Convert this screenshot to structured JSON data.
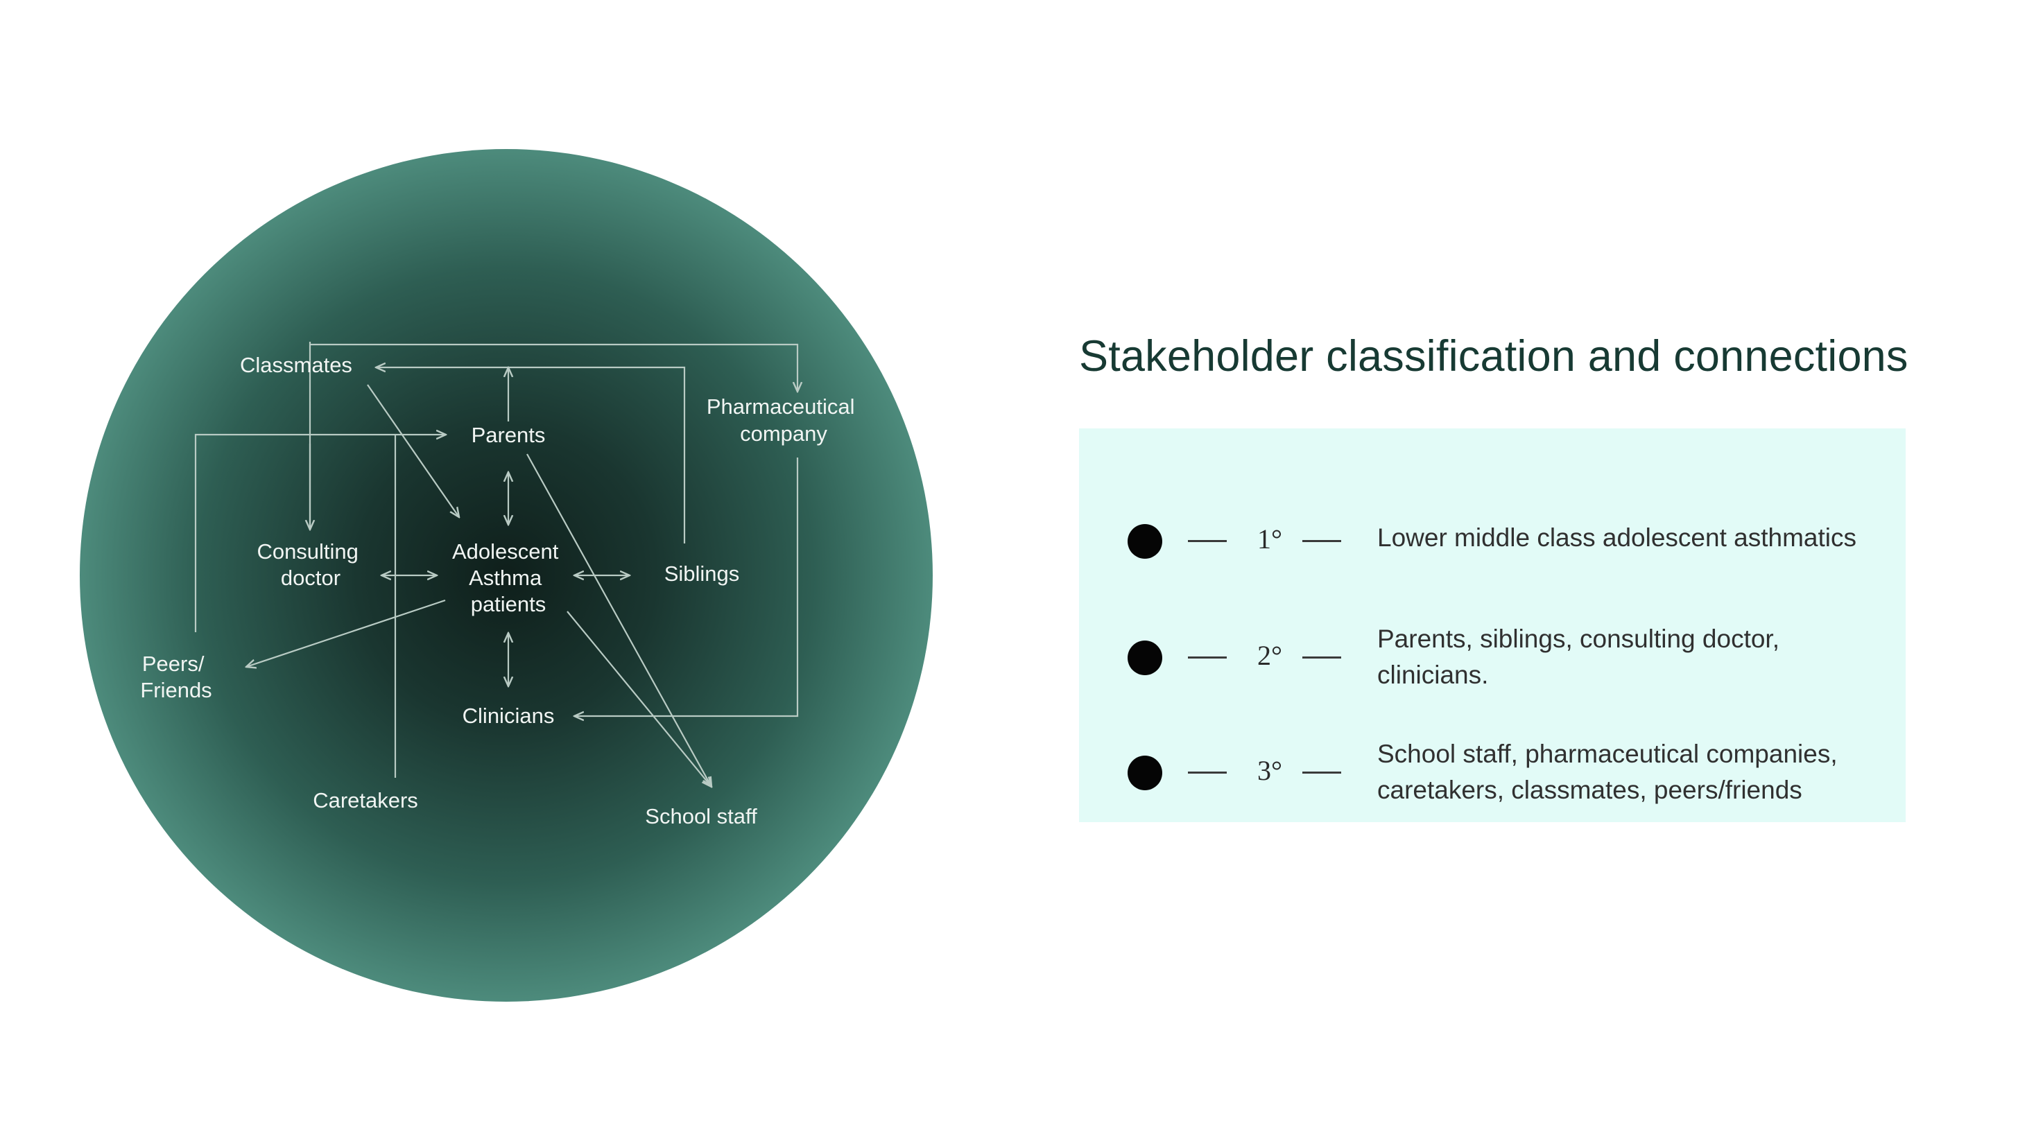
{
  "diagram": {
    "nodes": {
      "classmates": "Classmates",
      "parents": "Parents",
      "pharma_line1": "Pharmaceutical",
      "pharma_line2": "company",
      "consulting_line1": "Consulting",
      "consulting_line2": "doctor",
      "center_line1": "Adolescent",
      "center_line2": "Asthma",
      "center_line3": "patients",
      "siblings": "Siblings",
      "peers_line1": "Peers/",
      "peers_line2": "Friends",
      "clinicians": "Clinicians",
      "caretakers": "Caretakers",
      "school_staff": "School staff"
    },
    "colors": {
      "sphere_center": "#0f1f1b",
      "sphere_edge": "#4d8b7c",
      "line": "#b9cbc4"
    }
  },
  "title": "Stakeholder classification and connections",
  "legend": {
    "background": "#e2fbf7",
    "rows": [
      {
        "degree": "1°",
        "text": "Lower middle class adolescent asthmatics"
      },
      {
        "degree": "2°",
        "text": "Parents, siblings, consulting doctor, clinicians."
      },
      {
        "degree": "3°",
        "text": "School staff, pharmaceutical companies, caretakers, classmates, peers/friends"
      }
    ]
  }
}
